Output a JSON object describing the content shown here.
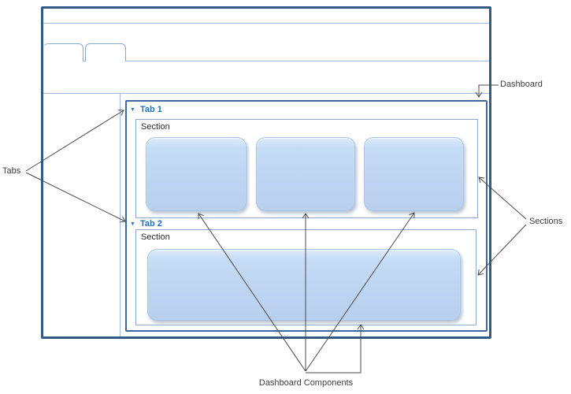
{
  "annotations": {
    "dashboard_label": "Dashboard",
    "tabs_label": "Tabs",
    "sections_label": "Sections",
    "components_label": "Dashboard Components"
  },
  "browser": {
    "header_tab_count": 2,
    "header_tab_labels": [
      "",
      ""
    ]
  },
  "dashboard": {
    "tabs": [
      {
        "label": "Tab 1",
        "dropdown_icon": "▼",
        "section": {
          "label": "Section",
          "component_count": 3
        }
      },
      {
        "label": "Tab 2",
        "dropdown_icon": "▼",
        "section": {
          "label": "Section",
          "component_count": 1
        }
      }
    ]
  },
  "colors": {
    "window_border": "#325a85",
    "dashboard_border": "#3c69a5",
    "divider_line": "#9fb9d9",
    "tab_outline": "#88a9ce",
    "section_border": "#8ea9cb",
    "tab_text": "#1e6ec8",
    "dropdown_icon": "#2e74c8",
    "component_fill": "#bed6f2",
    "component_border": "#a9c4e2",
    "annotation_text": "#3c3c3c",
    "arrow": "#4a4a4a"
  }
}
